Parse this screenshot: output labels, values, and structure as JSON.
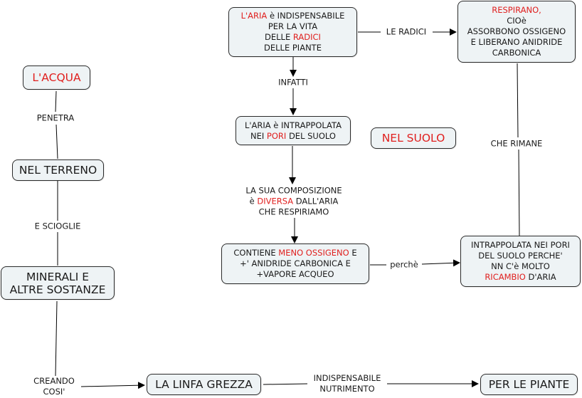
{
  "colors": {
    "accent_red": "#e0201f",
    "node_fill": "#eef3f5",
    "edge": "#000000"
  },
  "nodes": {
    "aria": {
      "lines": [
        [
          {
            "t": "L'ARIA",
            "r": true
          },
          {
            "t": " è INDISPENSABILE"
          }
        ],
        [
          {
            "t": "PER LA VITA"
          }
        ],
        [
          {
            "t": "DELLE "
          },
          {
            "t": "RADICI",
            "r": true
          }
        ],
        [
          {
            "t": "DELLE PIANTE"
          }
        ]
      ]
    },
    "respirano": {
      "lines": [
        [
          {
            "t": "RESPIRANO,",
            "r": true
          }
        ],
        [
          {
            "t": "CIOè"
          }
        ],
        [
          {
            "t": "ASSORBONO OSSIGENO"
          }
        ],
        [
          {
            "t": "E LIBERANO ANIDRIDE"
          }
        ],
        [
          {
            "t": "CARBONICA"
          }
        ]
      ]
    },
    "acqua": {
      "lines": [
        [
          {
            "t": "L'ACQUA",
            "r": true
          }
        ]
      ]
    },
    "intrappolata": {
      "lines": [
        [
          {
            "t": "L'ARIA è INTRAPPOLATA"
          }
        ],
        [
          {
            "t": "NEI "
          },
          {
            "t": "PORI",
            "r": true
          },
          {
            "t": " DEL SUOLO"
          }
        ]
      ]
    },
    "nel_suolo": {
      "lines": [
        [
          {
            "t": "NEL SUOLO",
            "r": true
          }
        ]
      ]
    },
    "nel_terreno": {
      "lines": [
        [
          {
            "t": "NEL TERRENO"
          }
        ]
      ]
    },
    "minerali": {
      "lines": [
        [
          {
            "t": "MINERALI E"
          }
        ],
        [
          {
            "t": "ALTRE SOSTANZE"
          }
        ]
      ]
    },
    "contiene": {
      "lines": [
        [
          {
            "t": "CONTIENE "
          },
          {
            "t": "MENO OSSIGENO",
            "r": true
          },
          {
            "t": " E"
          }
        ],
        [
          {
            "t": "+' ANIDRIDE CARBONICA E"
          }
        ],
        [
          {
            "t": "+VAPORE ACQUEO"
          }
        ]
      ]
    },
    "intrappolata_pori": {
      "lines": [
        [
          {
            "t": "INTRAPPOLATA NEI PORI"
          }
        ],
        [
          {
            "t": "DEL SUOLO PERCHE'"
          }
        ],
        [
          {
            "t": "NN C'è MOLTO"
          }
        ],
        [
          {
            "t": "RICAMBIO",
            "r": true
          },
          {
            "t": " D'ARIA"
          }
        ]
      ]
    },
    "linfa": {
      "lines": [
        [
          {
            "t": "LA LINFA GREZZA"
          }
        ]
      ]
    },
    "piante": {
      "lines": [
        [
          {
            "t": "PER LE PIANTE"
          }
        ]
      ]
    }
  },
  "links": {
    "le_radici": {
      "lines": [
        [
          {
            "t": "LE RADICI"
          }
        ]
      ]
    },
    "infatti": {
      "lines": [
        [
          {
            "t": "INFATTI"
          }
        ]
      ]
    },
    "penetra": {
      "lines": [
        [
          {
            "t": "PENETRA"
          }
        ]
      ]
    },
    "che_rimane": {
      "lines": [
        [
          {
            "t": "CHE RIMANE"
          }
        ]
      ]
    },
    "composizione": {
      "lines": [
        [
          {
            "t": "LA SUA COMPOSIZIONE"
          }
        ],
        [
          {
            "t": "è "
          },
          {
            "t": "DIVERSA",
            "r": true
          },
          {
            "t": " DALL'ARIA"
          }
        ],
        [
          {
            "t": "CHE RESPIRIAMO"
          }
        ]
      ]
    },
    "e_scioglie": {
      "lines": [
        [
          {
            "t": "E SCIOGLIE"
          }
        ]
      ]
    },
    "perche": {
      "lines": [
        [
          {
            "t": "perchè"
          }
        ]
      ]
    },
    "creando": {
      "lines": [
        [
          {
            "t": "CREANDO"
          }
        ],
        [
          {
            "t": "COSI'"
          }
        ]
      ]
    },
    "nutrimento": {
      "lines": [
        [
          {
            "t": "INDISPENSABILE"
          }
        ],
        [
          {
            "t": "NUTRIMENTO"
          }
        ]
      ]
    }
  }
}
